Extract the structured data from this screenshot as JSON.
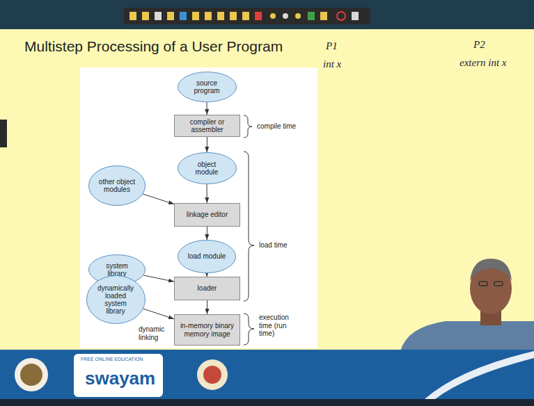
{
  "diagram": {
    "title": "Multistep Processing of a User Program",
    "nodes": [
      {
        "text": [
          "source program"
        ]
      },
      {
        "text": [
          "compiler or assembler"
        ]
      },
      {
        "text": [
          "object module"
        ]
      },
      {
        "text": [
          "other object modules"
        ]
      },
      {
        "text": [
          "linkage editor"
        ]
      },
      {
        "text": [
          "load module"
        ]
      },
      {
        "text": [
          "system library"
        ]
      },
      {
        "text": [
          "loader"
        ]
      },
      {
        "text": [
          "dynamically loaded system library"
        ]
      },
      {
        "text": [
          "in-memory binary memory image"
        ]
      }
    ],
    "edges": [
      {
        "from": 0,
        "to": 1,
        "arrow": "to"
      },
      {
        "from": 1,
        "to": 2,
        "arrow": "to"
      },
      {
        "from": 2,
        "to": 4,
        "arrow": "to"
      },
      {
        "from": 3,
        "to": 4,
        "arrow": "to"
      },
      {
        "from": 4,
        "to": 5,
        "arrow": "to"
      },
      {
        "from": 5,
        "to": 7,
        "arrow": "to"
      },
      {
        "from": 6,
        "to": 7,
        "arrow": "to"
      },
      {
        "from": 7,
        "to": 9,
        "arrow": "to"
      },
      {
        "from": 8,
        "to": 9,
        "arrow": "to"
      }
    ],
    "labels": [
      "compile time",
      "load time",
      "execution time (run time)",
      "dynamic linking",
      "P1",
      "int x",
      "P2",
      "extern int x",
      "FREE ONLINE EDUCATION",
      "swayam"
    ]
  }
}
